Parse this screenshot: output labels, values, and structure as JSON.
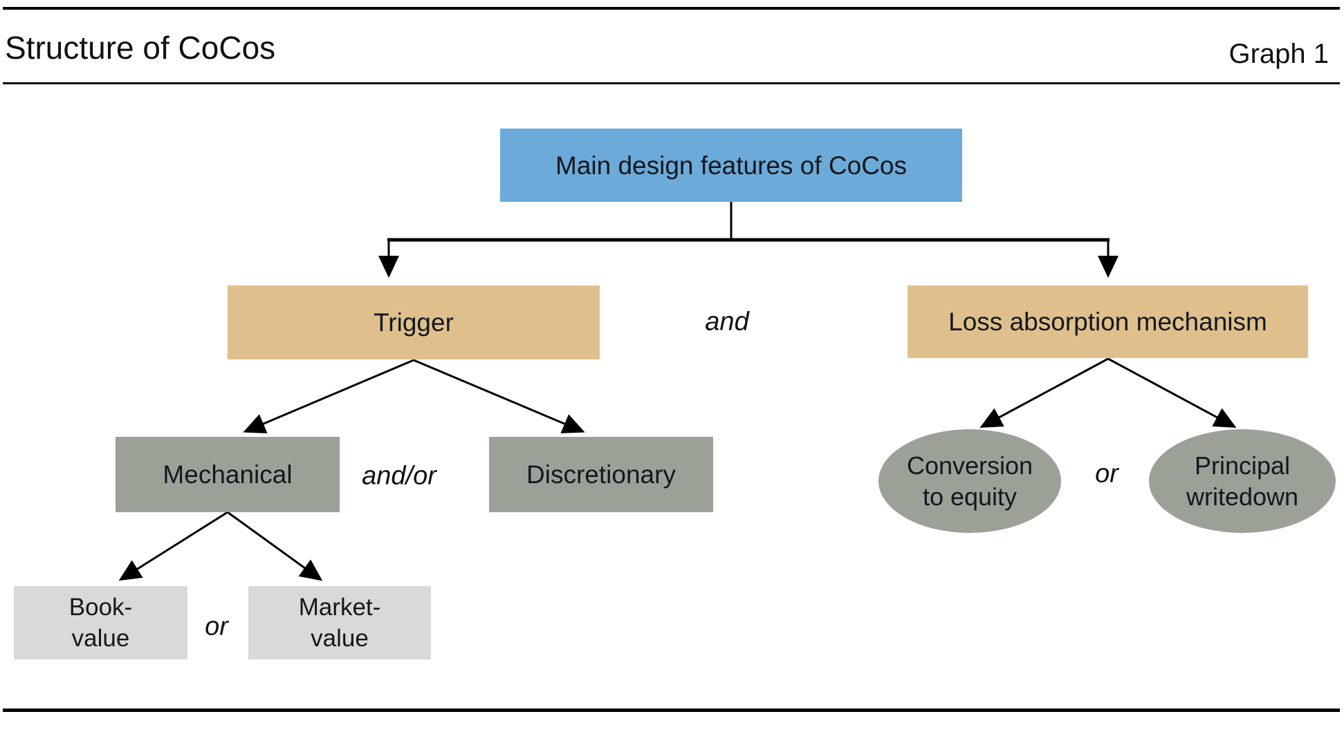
{
  "header": {
    "title": "Structure of CoCos",
    "graph_label": "Graph 1"
  },
  "diagram": {
    "root": {
      "label": "Main design features of CoCos"
    },
    "trigger": {
      "label": "Trigger"
    },
    "loss_absorption": {
      "label": "Loss absorption mechanism"
    },
    "mechanical": {
      "label": "Mechanical"
    },
    "discretionary": {
      "label": "Discretionary"
    },
    "book_value": {
      "line1": "Book-",
      "line2": "value"
    },
    "market_value": {
      "line1": "Market-",
      "line2": "value"
    },
    "conversion_to_equity": {
      "line1": "Conversion",
      "line2": "to equity"
    },
    "principal_writedown": {
      "line1": "Principal",
      "line2": "writedown"
    },
    "operators": {
      "between_trigger_and_loss": "and",
      "between_mechanical_and_discretionary": "and/or",
      "between_book_and_market": "or",
      "between_conversion_and_principal": "or"
    }
  },
  "colors": {
    "root_box": "#6CAAD9",
    "level1_box": "#DFC08D",
    "level2_box": "#9CA198",
    "level3_box": "#D9D9D9",
    "text": "#1A1A1A",
    "line": "#000000",
    "background": "#FFFFFF"
  }
}
